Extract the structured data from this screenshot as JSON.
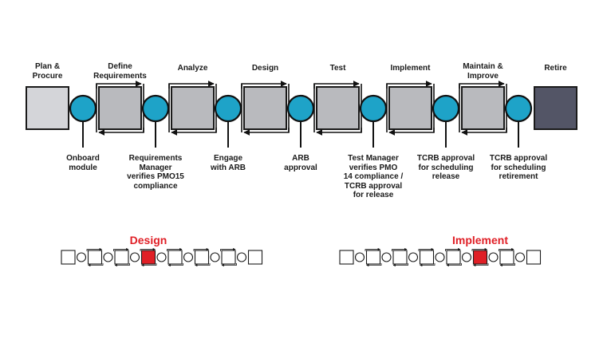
{
  "phases": [
    {
      "label": "Plan &\nProcure"
    },
    {
      "label": "Define\nRequirements"
    },
    {
      "label": "Analyze"
    },
    {
      "label": "Design"
    },
    {
      "label": "Test"
    },
    {
      "label": "Implement"
    },
    {
      "label": "Maintain &\nImprove"
    },
    {
      "label": "Retire"
    }
  ],
  "gates": [
    {
      "label": "Onboard\nmodule"
    },
    {
      "label": "Requirements\nManager\nverifies PMO15\ncompliance"
    },
    {
      "label": "Engage\nwith ARB"
    },
    {
      "label": "ARB\napproval"
    },
    {
      "label": "Test Manager\nverifies PMO\n14 compliance /\nTCRB approval\nfor release"
    },
    {
      "label": "TCRB approval\nfor scheduling\nrelease"
    },
    {
      "label": "TCRB approval\nfor scheduling\nretirement"
    }
  ],
  "mini_diagrams": [
    {
      "title": "Design",
      "highlight_index": 3
    },
    {
      "title": "Implement",
      "highlight_index": 5
    }
  ],
  "colors": {
    "first_box": "#d4d5d9",
    "mid_box": "#b9babe",
    "last_box": "#535566",
    "gate": "#1ea3c8",
    "highlight": "#e01f26",
    "text": "#1a1a1a"
  }
}
